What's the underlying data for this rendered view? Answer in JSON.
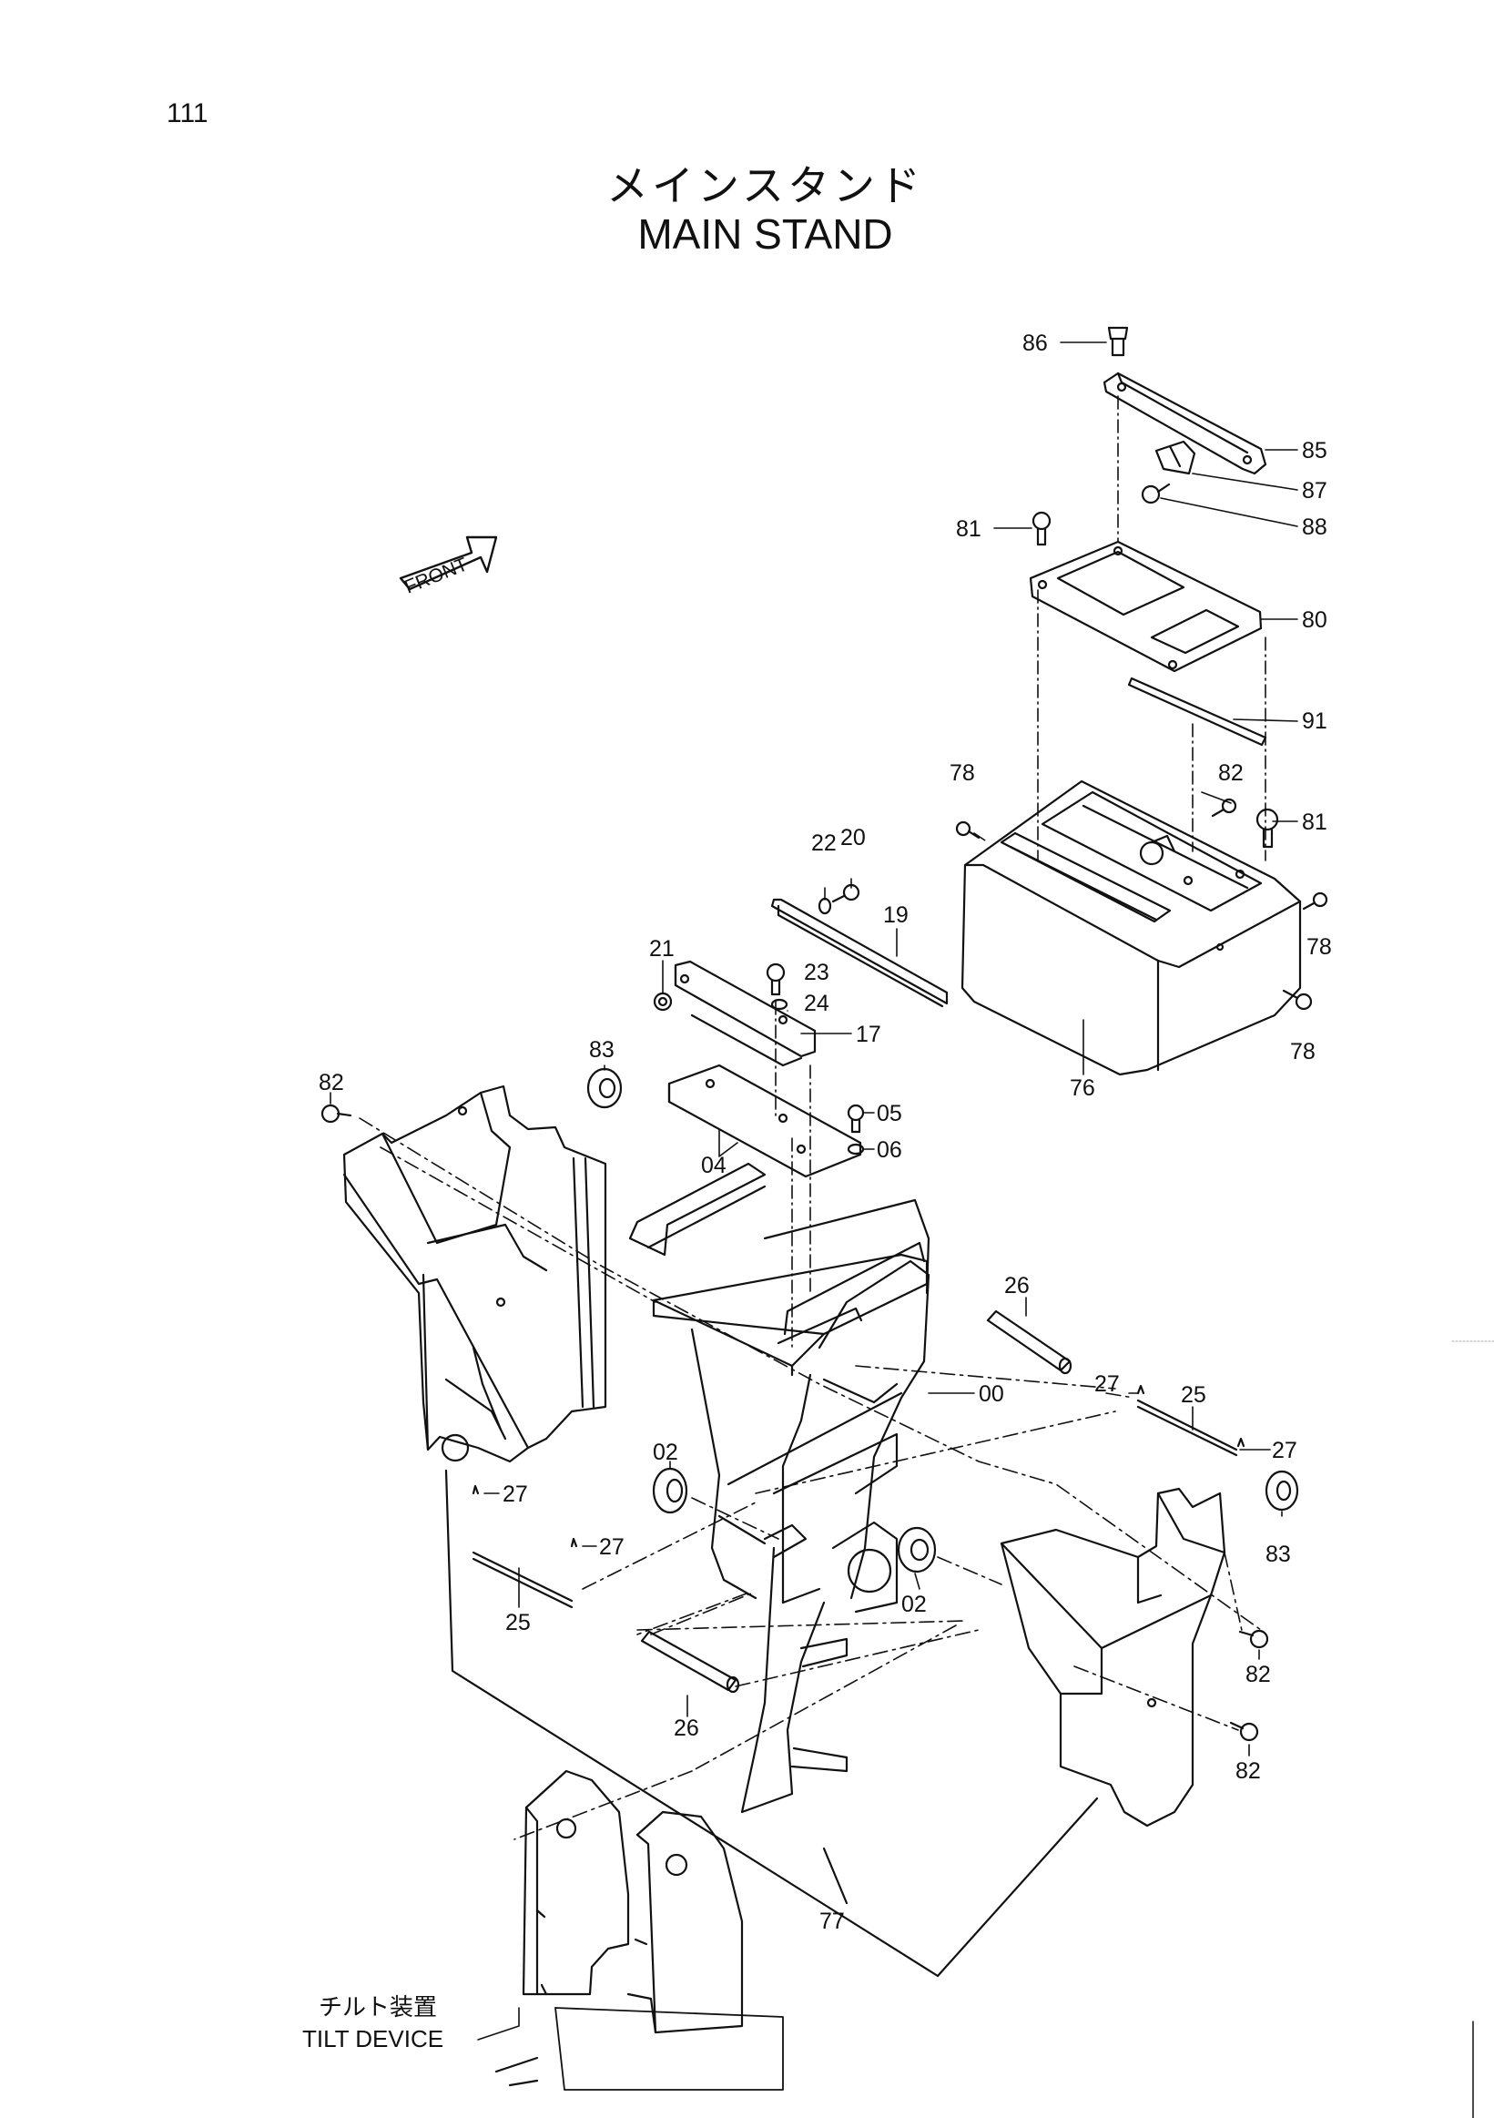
{
  "page_number": "111",
  "title_ja": "メインスタンド",
  "title_en": "MAIN STAND",
  "front_label": "FRONT",
  "tilt_device_ja": "チルト装置",
  "tilt_device_en": "TILT DEVICE",
  "callouts": {
    "c86": "86",
    "c85": "85",
    "c87": "87",
    "c88": "88",
    "c81a": "81",
    "c80": "80",
    "c91": "91",
    "c78a": "78",
    "c82a": "82",
    "c81b": "81",
    "c78b": "78",
    "c78c": "78",
    "c76": "76",
    "c22": "22",
    "c20": "20",
    "c19": "19",
    "c21": "21",
    "c23": "23",
    "c24": "24",
    "c17": "17",
    "c05": "05",
    "c06": "06",
    "c04": "04",
    "c83a": "83",
    "c82b": "82",
    "c26a": "26",
    "c00": "00",
    "c27a": "27",
    "c25a": "25",
    "c27b": "27",
    "c02a": "02",
    "c83b": "83",
    "c27c": "27",
    "c27d": "27",
    "c25b": "25",
    "c02b": "02",
    "c26b": "26",
    "c82c": "82",
    "c82d": "82",
    "c77": "77"
  }
}
